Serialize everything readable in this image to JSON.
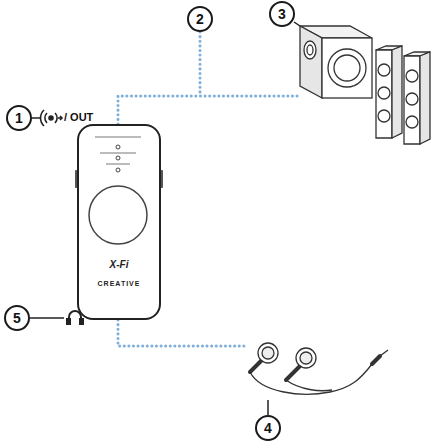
{
  "diagram": {
    "nodes": [
      {
        "text": [
          "1"
        ]
      },
      {
        "text": [
          "2"
        ]
      },
      {
        "text": [
          "3"
        ]
      },
      {
        "text": [
          "X-Fi",
          "CREATIVE"
        ]
      },
      {
        "text": [
          "5"
        ]
      },
      {
        "text": [
          "4"
        ]
      }
    ],
    "labels": [
      "/ OUT"
    ]
  }
}
